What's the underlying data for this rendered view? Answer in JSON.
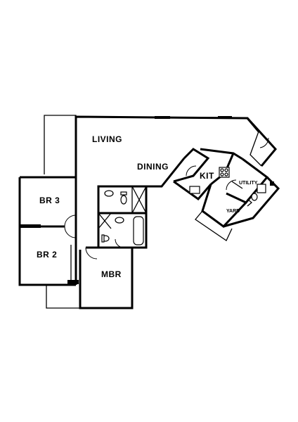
{
  "rooms": {
    "living": "LIVING",
    "dining": "DINING",
    "kitchen": "KIT",
    "utility": "UTILITY",
    "yard": "YARD",
    "bedroom3": "BR 3",
    "bedroom2": "BR 2",
    "master_bedroom": "MBR"
  }
}
